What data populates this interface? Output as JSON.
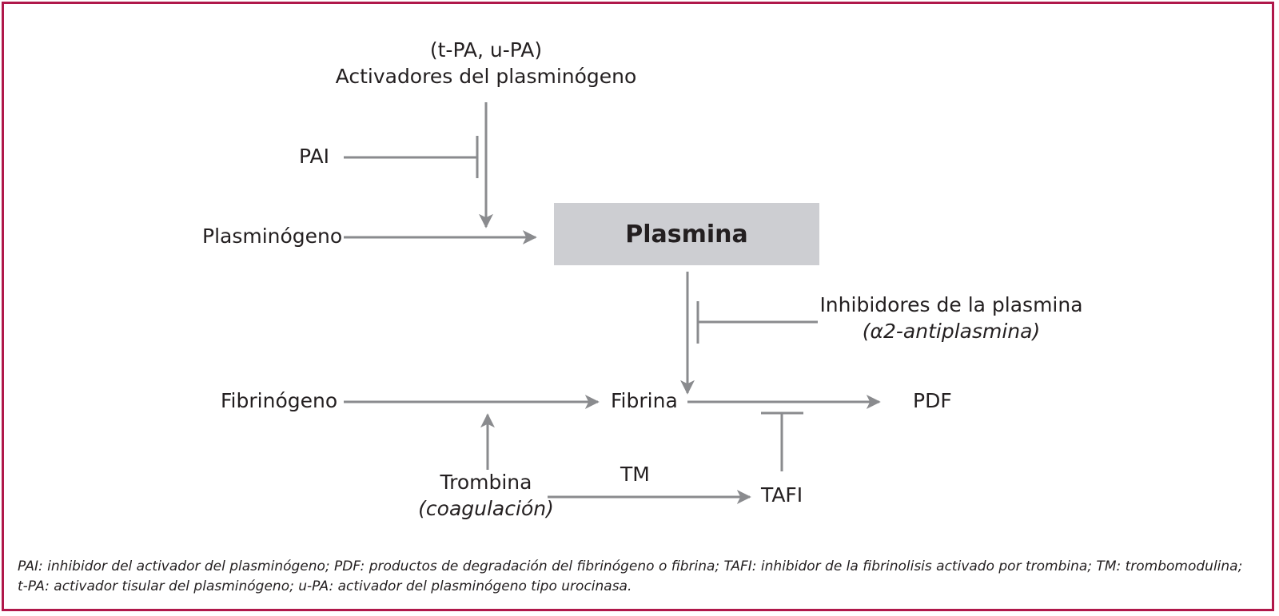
{
  "activators": {
    "abbrev": "(t-PA, u-PA)",
    "label": "Activadores del plasminógeno"
  },
  "pai": "PAI",
  "plasminogen": "Plasminógeno",
  "plasmin": "Plasmina",
  "plasmin_inhibitors": {
    "label": "Inhibidores de la plasmina",
    "example": "(α2-antiplasmina)"
  },
  "fibrinogen": "Fibrinógeno",
  "fibrin": "Fibrina",
  "pdf": "PDF",
  "thrombin": {
    "label": "Trombina",
    "note": "(coagulación)"
  },
  "tm": "TM",
  "tafi": "TAFI",
  "footnote": {
    "line1": "PAI: inhibidor del activador del plasminógeno; PDF: productos de degradación del fibrinógeno o fibrina; TAFI: inhibidor de la fibrinolisis activado por trombina; TM: trombomodulina;",
    "line2": "t-PA: activador tisular del plasminógeno; u-PA: activador del plasminógeno tipo urocinasa."
  },
  "colors": {
    "border": "#b0184a",
    "arrow": "#8a8b8e",
    "box": "#cdced2",
    "text": "#231f20"
  }
}
